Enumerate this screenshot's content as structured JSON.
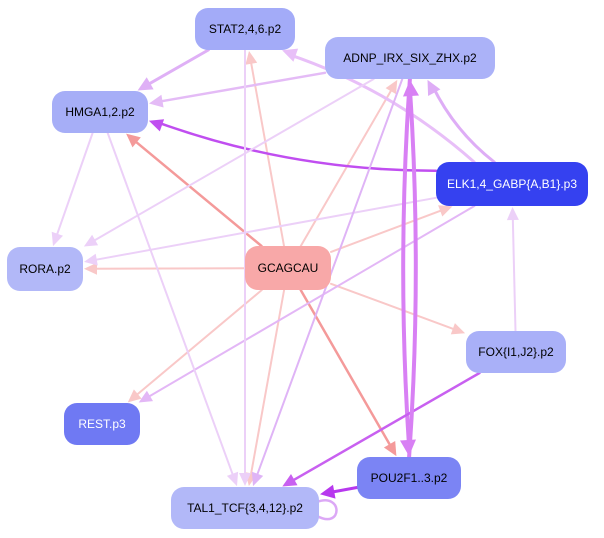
{
  "nodes": [
    {
      "id": "stat",
      "label": "STAT2,4,6.p2",
      "fill": "#a3abf8"
    },
    {
      "id": "adnp",
      "label": "ADNP_IRX_SIX_ZHX.p2",
      "fill": "#abb2f8"
    },
    {
      "id": "hmga",
      "label": "HMGA1,2.p2",
      "fill": "#a6aef7"
    },
    {
      "id": "elk",
      "label": "ELK1,4_GABP{A,B1}.p3",
      "fill": "#3541f0",
      "text_color": "#ffffff"
    },
    {
      "id": "rora",
      "label": "RORA.p2",
      "fill": "#b2b8f8"
    },
    {
      "id": "gcag",
      "label": "GCAGCAU",
      "fill": "#f8a8a8"
    },
    {
      "id": "fox",
      "label": "FOX{I1,J2}.p2",
      "fill": "#a9b0f8"
    },
    {
      "id": "rest",
      "label": "REST.p3",
      "fill": "#6f79f3",
      "text_color": "#ffffff"
    },
    {
      "id": "pou",
      "label": "POU2F1..3.p2",
      "fill": "#7b84f4"
    },
    {
      "id": "tal",
      "label": "TAL1_TCF{3,4,12}.p2",
      "fill": "#b2b8f8"
    }
  ],
  "edges": [
    {
      "from": "gcag",
      "to": "stat",
      "color": "#f9c8c8"
    },
    {
      "from": "gcag",
      "to": "adnp",
      "color": "#f9c8c8"
    },
    {
      "from": "gcag",
      "to": "hmga",
      "color": "#f49a9a"
    },
    {
      "from": "gcag",
      "to": "elk",
      "color": "#f9c8c8"
    },
    {
      "from": "gcag",
      "to": "rora",
      "color": "#f9c8c8"
    },
    {
      "from": "gcag",
      "to": "fox",
      "color": "#f9c8c8"
    },
    {
      "from": "gcag",
      "to": "rest",
      "color": "#f9c8c8"
    },
    {
      "from": "gcag",
      "to": "pou",
      "color": "#f49a9a"
    },
    {
      "from": "gcag",
      "to": "tal",
      "color": "#f9c8c8"
    },
    {
      "from": "elk",
      "to": "hmga",
      "color": "#c04ef0"
    },
    {
      "from": "elk",
      "to": "stat",
      "color": "#e8bff8"
    },
    {
      "from": "elk",
      "to": "adnp",
      "color": "#deadf6"
    },
    {
      "from": "elk",
      "to": "rora",
      "color": "#ecd0f8"
    },
    {
      "from": "elk",
      "to": "rest",
      "color": "#e3b7f6"
    },
    {
      "from": "adnp",
      "to": "hmga",
      "color": "#e4bbf6"
    },
    {
      "from": "adnp",
      "to": "rora",
      "color": "#ecd0f8"
    },
    {
      "from": "adnp",
      "to": "pou",
      "color": "#d880f4"
    },
    {
      "from": "adnp",
      "to": "tal",
      "color": "#dfb4f6"
    },
    {
      "from": "hmga",
      "to": "rora",
      "color": "#ecd0f8"
    },
    {
      "from": "hmga",
      "to": "tal",
      "color": "#ecd0f8"
    },
    {
      "from": "stat",
      "to": "tal",
      "color": "#ecd0f8"
    },
    {
      "from": "stat",
      "to": "hmga",
      "color": "#dfb0f6"
    },
    {
      "from": "fox",
      "to": "elk",
      "color": "#ecd0f8"
    },
    {
      "from": "fox",
      "to": "tal",
      "color": "#c860f0"
    },
    {
      "from": "pou",
      "to": "adnp",
      "color": "#d880f4"
    },
    {
      "from": "pou",
      "to": "tal",
      "color": "#b738ee"
    },
    {
      "from": "tal",
      "to": "tal",
      "color": "#dca8f6"
    }
  ]
}
